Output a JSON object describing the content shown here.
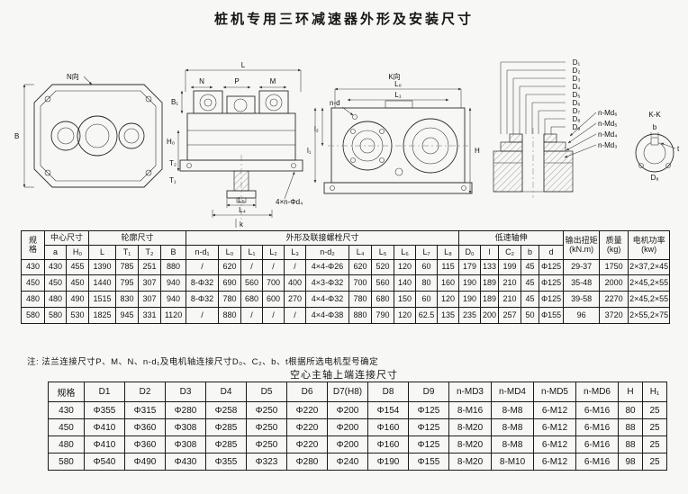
{
  "page": {
    "title": "桩机专用三环减速器外形及安装尺寸"
  },
  "drawings": {
    "front_view": {
      "labels": {
        "view_dir": "N向",
        "dim_b": "B"
      }
    },
    "side_view": {
      "labels": {
        "dim_l": "L",
        "dim_n": "N",
        "dim_p": "P",
        "dim_m": "M",
        "dim_b1": "B₁",
        "dim_h0": "H₀",
        "dim_t2": "T₂",
        "dim_t1": "T₁",
        "dim_l5": "L₅",
        "dim_l4": "L₄",
        "bolt_note": "4×n-Φd₄",
        "dim_k": "k"
      }
    },
    "k_view": {
      "labels": {
        "view_dir": "K向",
        "dim_l0": "L₀",
        "dim_l1": "L₁",
        "dim_l2_lower": "l₂",
        "dim_l1_lower": "l₁",
        "dim_h": "H",
        "hole_note": "n-d"
      }
    },
    "section_view": {
      "labels": {
        "d1": "D₁",
        "d2": "D₂",
        "d3": "D₃",
        "d4": "D₄",
        "d5": "D₅",
        "d6": "D₆",
        "d7": "D₇",
        "d8": "D₈",
        "d9": "D₉",
        "md6": "n-Md₆",
        "md5": "n-Md₅",
        "md4": "n-Md₄",
        "md3": "n-Md₃",
        "kk": "K-K",
        "dim_b": "b",
        "dim_t": "t",
        "dim_d8": "D₈"
      }
    }
  },
  "table1": {
    "group_headers": {
      "spec": "规\n格",
      "center": "中心尺寸",
      "outline": "轮廓尺寸",
      "shape_bolt": "外形及联接螺栓尺寸",
      "low_speed": "低速轴伸",
      "torque": "输出扭矩\n(kN.m)",
      "mass": "质量\n(kg)",
      "power": "电机功率\n(kw)"
    },
    "subheaders": [
      "a",
      "H₀",
      "L",
      "T₁",
      "T₂",
      "B",
      "n-d₁",
      "L₀",
      "L₁",
      "L₂",
      "L₃",
      "n-d₂",
      "L₄",
      "L₅",
      "L₆",
      "L₇",
      "L₈",
      "D₀",
      "l",
      "C₂",
      "b",
      "d"
    ],
    "rows": [
      [
        "430",
        "430",
        "455",
        "1390",
        "785",
        "251",
        "880",
        "/",
        "620",
        "/",
        "/",
        "/",
        "4×4-Φ26",
        "620",
        "520",
        "120",
        "60",
        "115",
        "179",
        "133",
        "199",
        "45",
        "Φ125",
        "29-37",
        "1750",
        "2×37,2×45"
      ],
      [
        "450",
        "450",
        "450",
        "1440",
        "795",
        "307",
        "940",
        "8-Φ32",
        "690",
        "560",
        "700",
        "400",
        "4×3-Φ32",
        "700",
        "560",
        "140",
        "80",
        "160",
        "190",
        "189",
        "210",
        "45",
        "Φ125",
        "35-48",
        "2000",
        "2×45,2×55"
      ],
      [
        "480",
        "480",
        "490",
        "1515",
        "830",
        "307",
        "940",
        "8-Φ32",
        "780",
        "680",
        "600",
        "270",
        "4×4-Φ32",
        "780",
        "680",
        "150",
        "60",
        "120",
        "190",
        "189",
        "210",
        "45",
        "Φ125",
        "39-58",
        "2270",
        "2×45,2×55"
      ],
      [
        "580",
        "580",
        "530",
        "1825",
        "945",
        "331",
        "1120",
        "/",
        "880",
        "/",
        "/",
        "/",
        "4×4-Φ38",
        "880",
        "790",
        "120",
        "62.5",
        "135",
        "235",
        "200",
        "257",
        "50",
        "Φ155",
        "96",
        "3720",
        "2×55,2×75"
      ]
    ]
  },
  "note": "注: 法兰连接尺寸P、M、N、n-d₁及电机轴连接尺寸D₀、C₂、b、t根据所选电机型号确定",
  "table2_title": "空心主轴上端连接尺寸",
  "table2": {
    "headers": [
      "规格",
      "D1",
      "D2",
      "D3",
      "D4",
      "D5",
      "D6",
      "D7(H8)",
      "D8",
      "D9",
      "n-MD3",
      "n-MD4",
      "n-MD5",
      "n-MD6",
      "H",
      "H₁"
    ],
    "rows": [
      [
        "430",
        "Φ355",
        "Φ315",
        "Φ280",
        "Φ258",
        "Φ250",
        "Φ220",
        "Φ200",
        "Φ154",
        "Φ125",
        "8-M16",
        "8-M8",
        "6-M12",
        "6-M16",
        "80",
        "25"
      ],
      [
        "450",
        "Φ410",
        "Φ360",
        "Φ308",
        "Φ285",
        "Φ250",
        "Φ220",
        "Φ200",
        "Φ160",
        "Φ125",
        "8-M20",
        "8-M8",
        "6-M12",
        "6-M16",
        "88",
        "25"
      ],
      [
        "480",
        "Φ410",
        "Φ360",
        "Φ308",
        "Φ285",
        "Φ250",
        "Φ220",
        "Φ200",
        "Φ160",
        "Φ125",
        "8-M20",
        "8-M8",
        "6-M12",
        "6-M16",
        "88",
        "25"
      ],
      [
        "580",
        "Φ540",
        "Φ490",
        "Φ430",
        "Φ355",
        "Φ323",
        "Φ280",
        "Φ240",
        "Φ190",
        "Φ155",
        "8-M20",
        "8-M10",
        "6-M12",
        "6-M16",
        "98",
        "25"
      ]
    ]
  }
}
